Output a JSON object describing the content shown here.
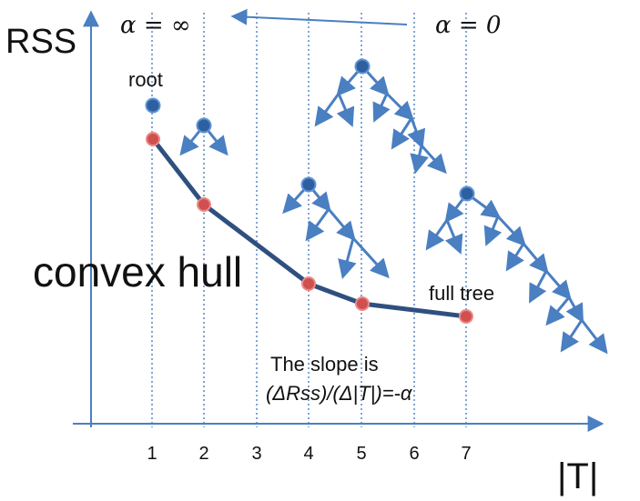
{
  "axes": {
    "y_label": "RSS",
    "x_label": "|T|",
    "x_ticks": [
      "1",
      "2",
      "3",
      "4",
      "5",
      "6",
      "7"
    ]
  },
  "annotations": {
    "alpha_left": "α = ∞",
    "alpha_right": "α = 0",
    "root": "root",
    "convex_hull": "convex hull",
    "full_tree": "full tree",
    "slope_line1": "The slope is",
    "slope_line2": "(ΔRss)/(Δ|T|)=-α"
  },
  "colors": {
    "axis": "#4a7fc1",
    "tree": "#4a7fc1",
    "tree_node": "#2e5f9e",
    "hull_line": "#2f4f7f",
    "hull_point": "#d0504f"
  }
}
